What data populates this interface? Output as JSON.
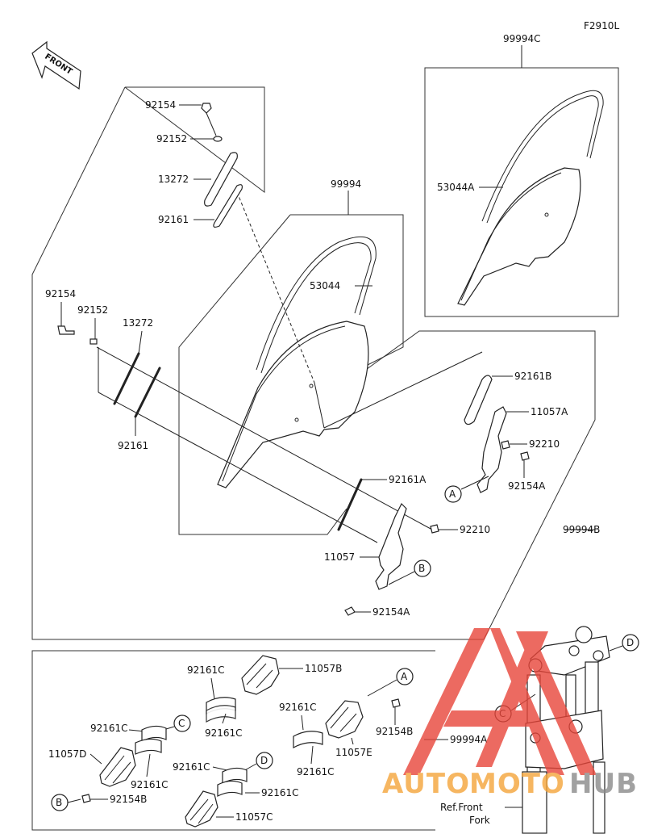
{
  "figure_code": "F2910L",
  "front_label": "FRONT",
  "watermark_text": {
    "a": "AUTO",
    "b": "MOTO",
    "c": "HUB"
  },
  "brand_colors": {
    "watermark_red": "#e8463a",
    "watermark_orange": "#f4a53a",
    "watermark_gray": "#8a8a8a"
  },
  "ref_note_line1": "Ref.Front",
  "ref_note_line2": "Fork",
  "callouts": {
    "A": "A",
    "B": "B",
    "C": "C",
    "D": "D"
  },
  "labels": {
    "p99994C": "99994C",
    "p53044A": "53044A",
    "p92154_top": "92154",
    "p92152_top": "92152",
    "p13272_top": "13272",
    "p92161_top": "92161",
    "p99994": "99994",
    "p53044": "53044",
    "p92154_left": "92154",
    "p92152_left": "92152",
    "p13272_left": "13272",
    "p92161_left": "92161",
    "p92161B": "92161B",
    "p11057A": "11057A",
    "p92210_r": "92210",
    "p92154A_r": "92154A",
    "p92161A": "92161A",
    "p92210_c": "92210",
    "p11057": "11057",
    "p92154A_c": "92154A",
    "p99994B": "99994B",
    "p92161C_1": "92161C",
    "p11057B": "11057B",
    "p92161C_2": "92161C",
    "p92161C_3": "92161C",
    "p92154B_r": "92154B",
    "p99994A": "99994A",
    "p92161C_4": "92161C",
    "p11057E": "11057E",
    "p92161C_5": "92161C",
    "p11057D": "11057D",
    "p92161C_6": "92161C",
    "p92154B_l": "92154B",
    "p92161C_7": "92161C",
    "p92161C_8": "92161C",
    "p11057C": "11057C"
  }
}
